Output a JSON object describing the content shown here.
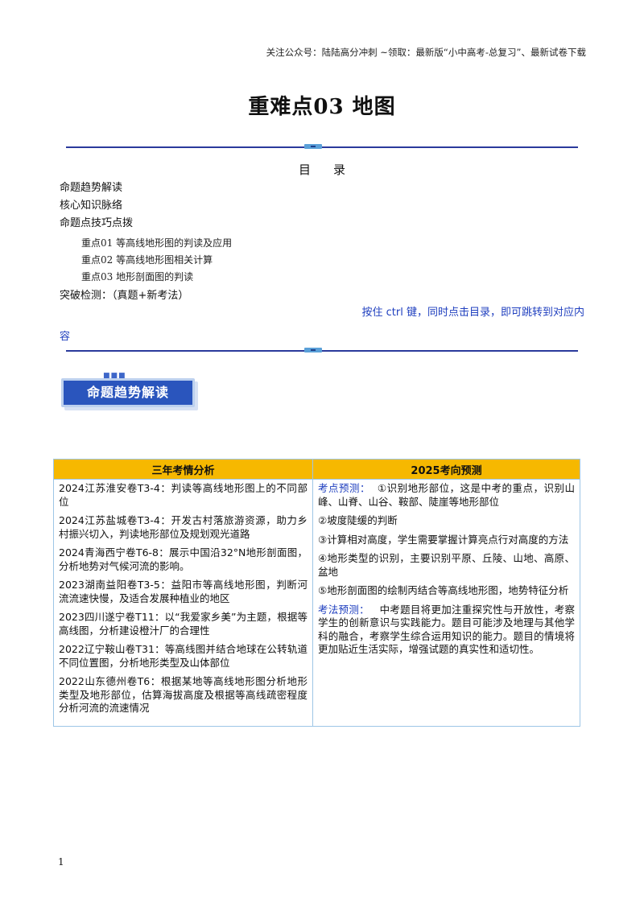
{
  "header": {
    "note": "关注公众号：陆陆高分冲刺 ~领取：最新版“小中高考-总复习”、最新试卷下载"
  },
  "doc_title": "重难点03  地图",
  "toc": {
    "heading": "目录",
    "items": [
      "命题趋势解读",
      "核心知识脉络",
      "命题点技巧点拨"
    ],
    "subitems": [
      "重点01  等高线地形图的判读及应用",
      "重点02  等高线地形图相关计算",
      "重点03  地形剖面图的判读"
    ],
    "last_item": "突破检测：（真题+新考法）",
    "hint_line1": "按住  ctrl 键，同时点击目录，即可跳转到对应内",
    "hint_line2": "容"
  },
  "section_badge": {
    "dots": "■■■",
    "label": "命题趋势解读"
  },
  "table": {
    "col_headers": [
      "三年考情分析",
      "2025考向预测"
    ],
    "left": [
      "2024江苏淮安卷T3-4：判读等高线地形图上的不同部位",
      "2024江苏盐城卷T3-4：开发古村落旅游资源，助力乡村振兴切入，判读地形部位及规划观光道路",
      "2024青海西宁卷T6-8：展示中国沿32°N地形剖面图，分析地势对气候河流的影响。",
      "2023湖南益阳卷T3-5：益阳市等高线地形图，判断河流流速快慢，及适合发展种植业的地区",
      "2023四川遂宁卷T11：以“我爱家乡美”为主题，根据等高线图，分析建设橙汁厂的合理性",
      "2022辽宁鞍山卷T31：等高线图并结合地球在公转轨道不同位置图，分析地形类型及山体部位",
      "2022山东德州卷T6：根据某地等高线地形图分析地形类型及地形部位，估算海拔高度及根据等高线疏密程度分析河流的流速情况"
    ],
    "right": {
      "forecast_label": "考点预测：",
      "forecast_first": "①识别地形部位，这是中考的重点，识别山峰、山脊、山谷、鞍部、陡崖等地形部位",
      "forecast_rest": [
        "②坡度陡缓的判断",
        "③计算相对高度，学生需要掌握计算亮点行对高度的方法",
        "④地形类型的识别，主要识别平原、丘陵、山地、高原、盆地",
        "⑤地形剖面图的绘制丙结合等高线地形图，地势特征分析"
      ],
      "method_label": "考法预测：",
      "method_text": "中考题目将更加注重探究性与开放性，考察学生的创新意识与实践能力。题目可能涉及地理与其他学科的融合，考察学生综合运用知识的能力。题目的情境将更加贴近生活实际，增强试题的真实性和适切性。"
    }
  },
  "page_number": "1",
  "colors": {
    "rule": "#2a3a9c",
    "hint": "#1f3fbf",
    "table_header": "#f6b800",
    "badge": "#2a55bd"
  }
}
